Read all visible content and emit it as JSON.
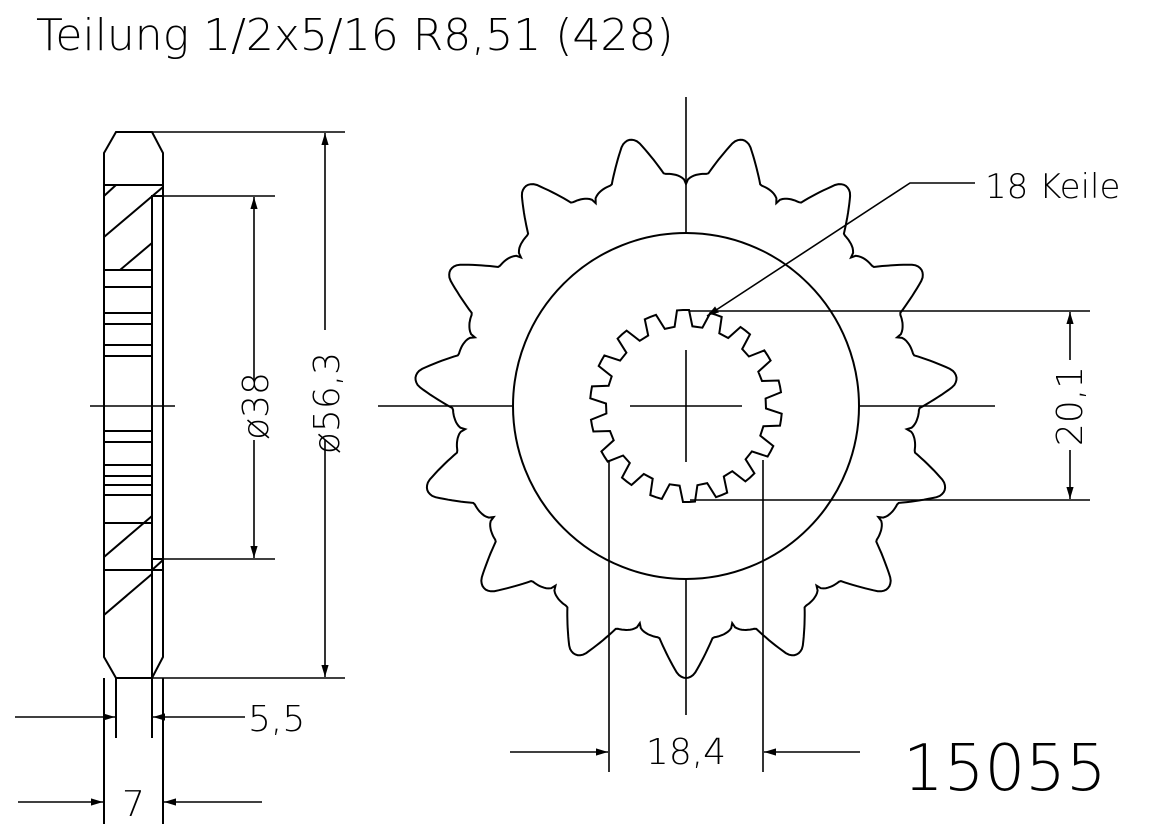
{
  "title": "Teilung 1/2x5/16 R8,51 (428)",
  "spline_label": "18 Keile",
  "part_number": "15055",
  "dimensions": {
    "bore_diameter": "ø38",
    "outer_diameter": "ø56,3",
    "spline_height": "20,1",
    "spline_width": "18,4",
    "hub_width": "5,5",
    "total_width": "7"
  },
  "sprocket": {
    "teeth": 15,
    "spline_teeth": 18
  },
  "colors": {
    "line": "#000000",
    "background": "#ffffff"
  }
}
